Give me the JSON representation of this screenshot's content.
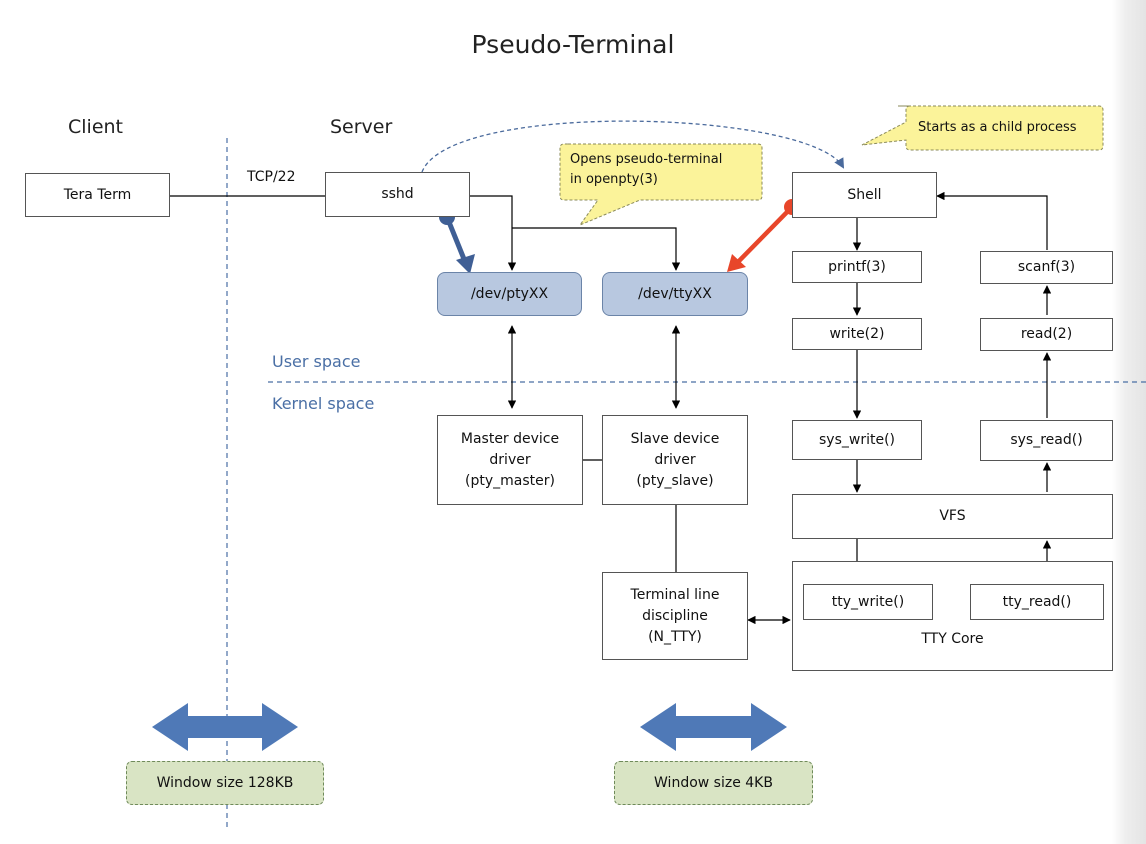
{
  "title": "Pseudo-Terminal",
  "columns": {
    "client": "Client",
    "server": "Server"
  },
  "link_label": "TCP/22",
  "spaces": {
    "user": "User space",
    "kernel": "Kernel space"
  },
  "nodes": {
    "tera_term": "Tera Term",
    "sshd": "sshd",
    "pty_master_dev": "/dev/ptyXX",
    "tty_slave_dev": "/dev/ttyXX",
    "shell": "Shell",
    "printf": "printf(3)",
    "write": "write(2)",
    "scanf": "scanf(3)",
    "read": "read(2)",
    "master_driver": "Master device\ndriver\n(pty_master)",
    "slave_driver": "Slave device\ndriver\n(pty_slave)",
    "sys_write": "sys_write()",
    "sys_read": "sys_read()",
    "vfs": "VFS",
    "line_discipline": "Terminal line\ndiscipline\n(N_TTY)",
    "tty_write": "tty_write()",
    "tty_read": "tty_read()",
    "tty_core": "TTY Core"
  },
  "callouts": {
    "openpty": "Opens pseudo-terminal\nin openpty(3)",
    "child": "Starts as a child process"
  },
  "windows": {
    "client_side": "Window size 128KB",
    "server_side": "Window size 4KB"
  },
  "colors": {
    "master_pointer": "#3f5f95",
    "slave_pointer": "#e8462a",
    "device_fill": "#b8c8e0",
    "callout_fill": "#fbf39a",
    "window_fill": "#d9e4c4",
    "double_arrow": "#4f79b7",
    "space_text": "#4a6fa5"
  }
}
